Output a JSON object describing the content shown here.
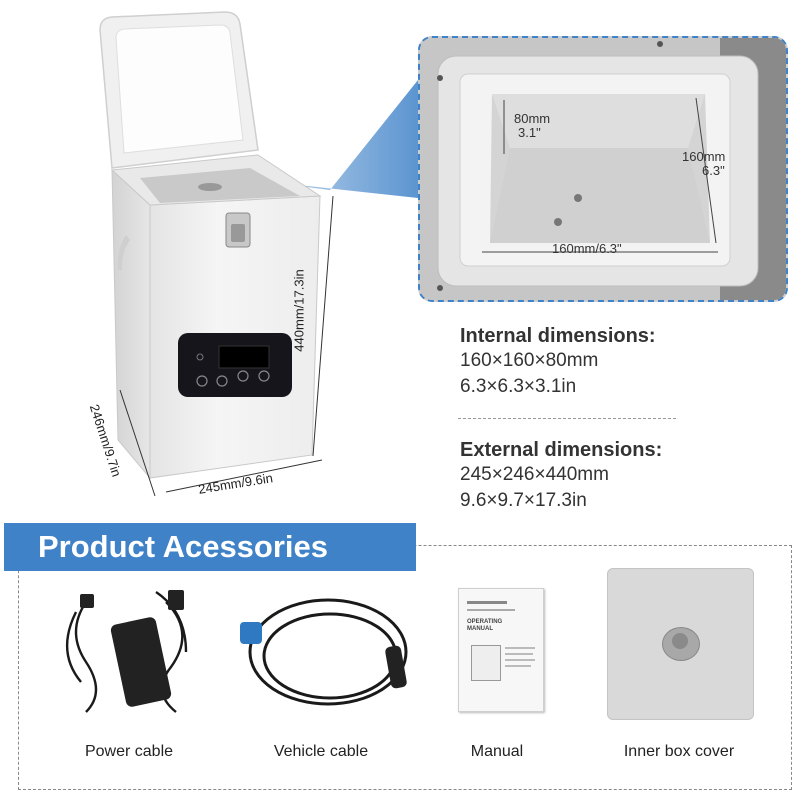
{
  "product": {
    "dimensions": {
      "height_label": "440mm/17.3in",
      "width_label": "245mm/9.6in",
      "depth_label": "246mm/9.7in"
    }
  },
  "zoom": {
    "depth_mm": "80mm",
    "depth_in": "3.1\"",
    "side_mm": "160mm",
    "side_in": "6.3\"",
    "width_label": "160mm/6.3\""
  },
  "specs": {
    "internal": {
      "heading": "Internal dimensions:",
      "mm": "160×160×80mm",
      "in": "6.3×6.3×3.1in"
    },
    "external": {
      "heading": "External dimensions:",
      "mm": "245×246×440mm",
      "in": "9.6×9.7×17.3in"
    }
  },
  "accessories": {
    "title": "Product Acessories",
    "items": [
      {
        "label": "Power cable",
        "icon": "power-adapter-icon"
      },
      {
        "label": "Vehicle cable",
        "icon": "vehicle-cable-icon"
      },
      {
        "label": "Manual",
        "icon": "manual-icon"
      },
      {
        "label": "Inner box cover",
        "icon": "inner-box-cover-icon"
      }
    ],
    "manual_cover": {
      "line1": "OPERATING",
      "line2": "MANUAL"
    }
  },
  "colors": {
    "accent_blue": "#3f82c8",
    "panel_black": "#15151b",
    "body_white": "#f2f2f2"
  }
}
